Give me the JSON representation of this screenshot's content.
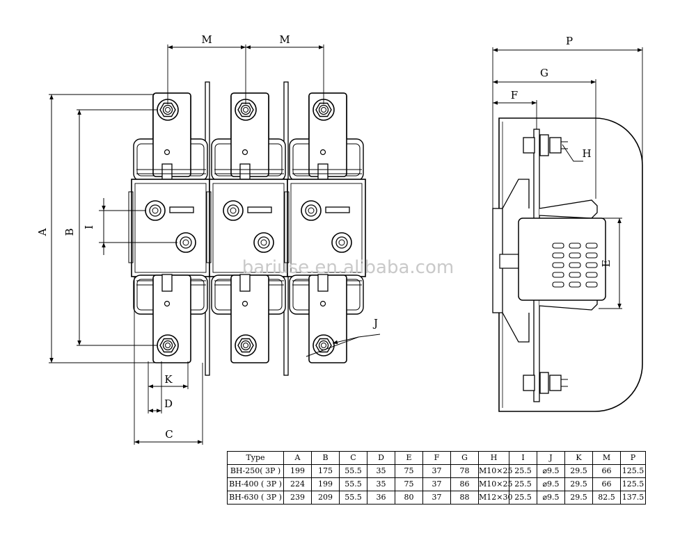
{
  "watermark": "bariuse.en.alibaba.com",
  "front_view": {
    "labels": {
      "A": "A",
      "B": "B",
      "I": "I",
      "K": "K",
      "D": "D",
      "C": "C",
      "J": "J",
      "M1": "M",
      "M2": "M"
    }
  },
  "side_view": {
    "labels": {
      "P": "P",
      "G": "G",
      "F": "F",
      "H": "H",
      "E": "E"
    }
  },
  "spec_table": {
    "headers": [
      "Type",
      "A",
      "B",
      "C",
      "D",
      "E",
      "F",
      "G",
      "H",
      "I",
      "J",
      "K",
      "M",
      "P"
    ],
    "rows": [
      [
        "BH-250( 3P )",
        "199",
        "175",
        "55.5",
        "35",
        "75",
        "37",
        "78",
        "M10×25",
        "25.5",
        "⌀9.5",
        "29.5",
        "66",
        "125.5"
      ],
      [
        "BH-400 ( 3P )",
        "224",
        "199",
        "55.5",
        "35",
        "75",
        "37",
        "86",
        "M10×25",
        "25.5",
        "⌀9.5",
        "29.5",
        "66",
        "125.5"
      ],
      [
        "BH-630 ( 3P )",
        "239",
        "209",
        "55.5",
        "36",
        "80",
        "37",
        "88",
        "M12×30",
        "25.5",
        "⌀9.5",
        "29.5",
        "82.5",
        "137.5"
      ]
    ]
  }
}
